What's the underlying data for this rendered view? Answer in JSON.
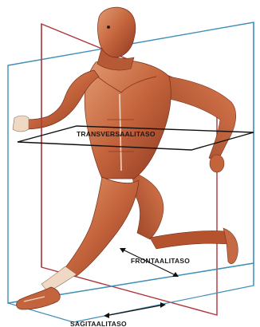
{
  "labels": {
    "transverse": "TRANSVERSAALITASO",
    "frontal": "FRONTAALITASO",
    "sagittal": "SAGITAALITASO"
  },
  "colors": {
    "transverse_plane": "#111111",
    "frontal_plane": "#3f8fb8",
    "sagittal_plane": "#b0343c",
    "muscle": "#c4643c",
    "muscle_dark": "#8f3a22",
    "muscle_light": "#e39b72",
    "tendon": "#efd9c4"
  }
}
